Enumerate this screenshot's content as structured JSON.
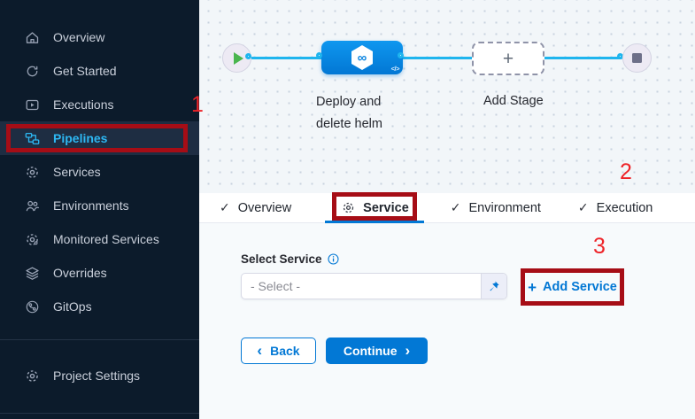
{
  "annotations": {
    "step1": "1",
    "step2": "2",
    "step3": "3"
  },
  "icons": {
    "check": "✓",
    "plus": "+",
    "infinity": "∞",
    "code": "</>",
    "back_chevron": "‹",
    "continue_chevron": "›"
  },
  "sidebar": {
    "items": [
      {
        "label": "Overview",
        "icon": "home-icon"
      },
      {
        "label": "Get Started",
        "icon": "get-started-icon"
      },
      {
        "label": "Executions",
        "icon": "executions-icon"
      },
      {
        "label": "Pipelines",
        "icon": "pipelines-icon",
        "active": true
      },
      {
        "label": "Services",
        "icon": "gear-icon"
      },
      {
        "label": "Environments",
        "icon": "people-icon"
      },
      {
        "label": "Monitored Services",
        "icon": "monitored-gear-icon"
      },
      {
        "label": "Overrides",
        "icon": "layers-icon"
      },
      {
        "label": "GitOps",
        "icon": "gitops-icon"
      }
    ],
    "footer_item": {
      "label": "Project Settings",
      "icon": "gear-icon"
    }
  },
  "canvas": {
    "stage_name_line1": "Deploy and",
    "stage_name_line2": "delete helm",
    "add_stage_label": "Add Stage"
  },
  "tabs": [
    {
      "label": "Overview",
      "state": "done"
    },
    {
      "label": "Service",
      "state": "active"
    },
    {
      "label": "Environment",
      "state": "done"
    },
    {
      "label": "Execution",
      "state": "done"
    }
  ],
  "form": {
    "select_service_label": "Select Service",
    "select_placeholder": "- Select -",
    "add_service_label": "Add Service",
    "back_label": "Back",
    "continue_label": "Continue"
  },
  "colors": {
    "accent_blue": "#0278d5",
    "node_blue": "#0d8fe9",
    "link_cyan": "#1fb5ee",
    "sidebar_bg": "#0c1b2b",
    "sidebar_active_text": "#2db7f2",
    "annotation_box_red": "#a60d16",
    "annotation_number_red": "#ee2328",
    "success_green": "#4ab54e"
  }
}
